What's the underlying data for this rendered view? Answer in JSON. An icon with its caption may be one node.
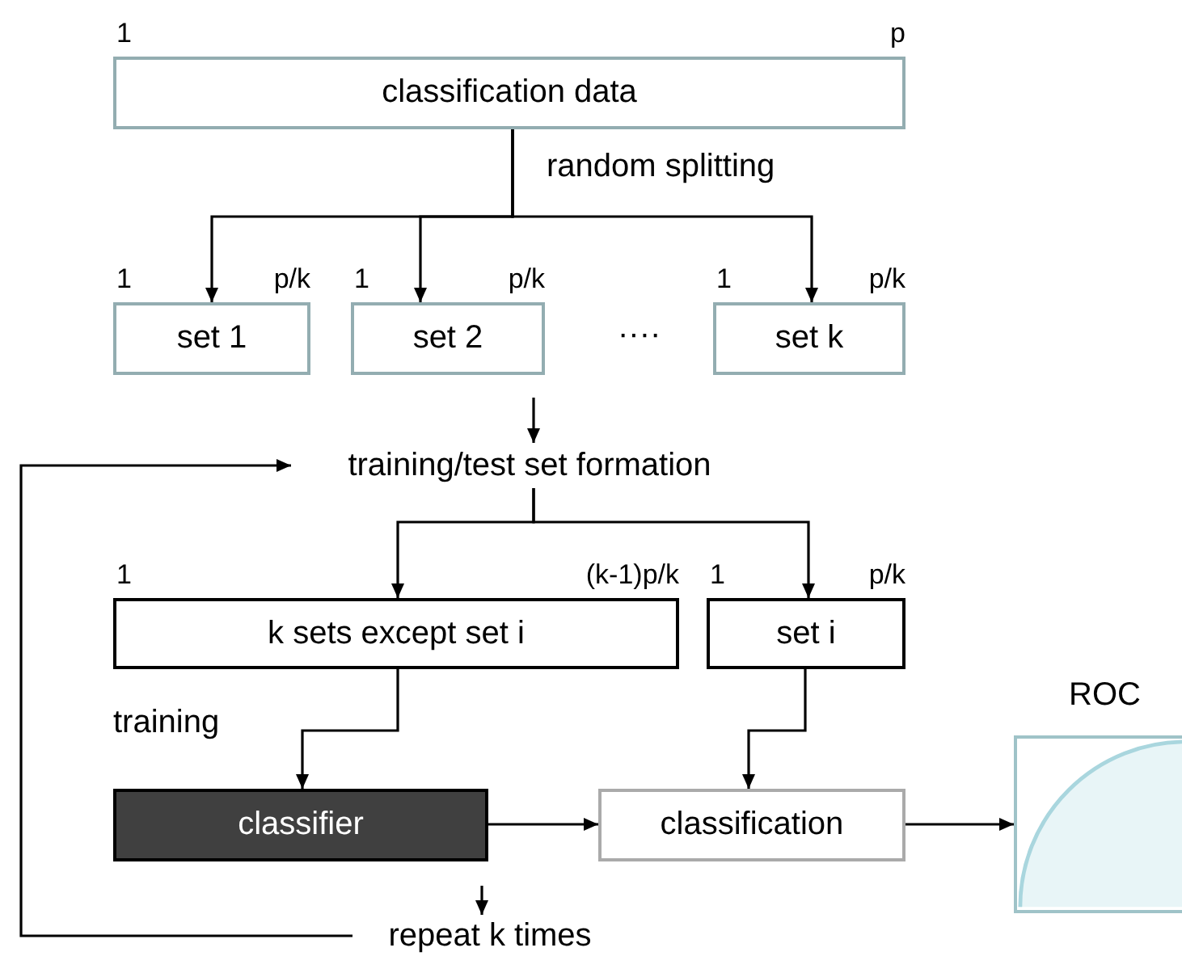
{
  "diagram": {
    "nodes": [
      {
        "text": [
          "classification data"
        ],
        "beside": [
          "1",
          "p"
        ]
      },
      {
        "text": [
          "set 1"
        ],
        "beside": [
          "1",
          "p/k"
        ]
      },
      {
        "text": [
          "set 2"
        ],
        "beside": [
          "1",
          "p/k"
        ]
      },
      {
        "text": [
          "set k"
        ],
        "beside": [
          "1",
          "p/k"
        ]
      },
      {
        "text": [
          "training/test set formation"
        ]
      },
      {
        "text": [
          "k sets except set i"
        ],
        "beside": [
          "1",
          "(k-1)p/k"
        ]
      },
      {
        "text": [
          "set i"
        ],
        "beside": [
          "1",
          "p/k"
        ]
      },
      {
        "text": [
          "classifier"
        ]
      },
      {
        "text": [
          "classification"
        ]
      },
      {
        "text": [
          "ROC"
        ]
      },
      {
        "text": [
          "repeat  k times"
        ]
      }
    ],
    "edges": [
      {
        "from": 0,
        "to": 1,
        "arrow": "to"
      },
      {
        "from": 0,
        "to": 2,
        "arrow": "to"
      },
      {
        "from": 0,
        "to": 3,
        "arrow": "to"
      },
      {
        "from": null,
        "to": 4,
        "arrow": "to"
      },
      {
        "from": 4,
        "to": 5,
        "arrow": "to"
      },
      {
        "from": 4,
        "to": 6,
        "arrow": "to"
      },
      {
        "from": 5,
        "to": 7,
        "arrow": "to"
      },
      {
        "from": 6,
        "to": 8,
        "arrow": "to"
      },
      {
        "from": 7,
        "to": 8,
        "arrow": "to"
      },
      {
        "from": 8,
        "to": 9,
        "arrow": "to"
      },
      {
        "from": null,
        "to": 10,
        "arrow": "to"
      },
      {
        "from": 10,
        "to": 4,
        "arrow": "to"
      }
    ],
    "labels": [
      "random splitting",
      "····",
      "training"
    ]
  }
}
